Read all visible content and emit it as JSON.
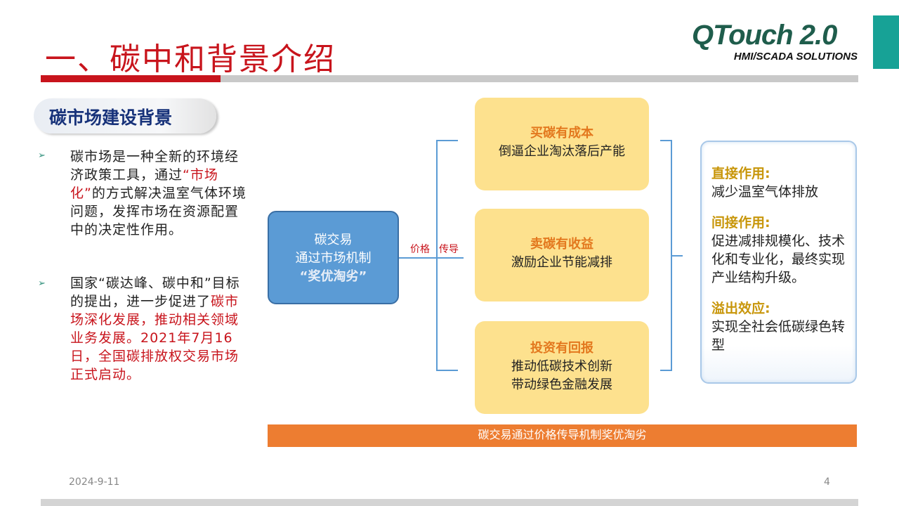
{
  "header": {
    "title": "一、碳中和背景介绍",
    "logo_main": "QTouch 2.0",
    "logo_sub": "HMI/SCADA SOLUTIONS"
  },
  "section": {
    "title": "碳市场建设背景"
  },
  "bullets": [
    {
      "part1": "碳市场是一种全新的环境经济政策工具，通过",
      "highlight": "“市场化”",
      "part2": "的方式解决温室气体环境问题，发挥市场在资源配置中的决定性作用。"
    },
    {
      "part1": "国家“碳达峰、碳中和”目标的提出，进一步促进了",
      "highlight": "碳市场深化发展，推动相关领域业务发展。2021年7月16日，全国碳排放权交易市场正式启动。"
    }
  ],
  "diagram": {
    "source": {
      "line1": "碳交易",
      "line2": "通过市场机制",
      "line3": "“奖优淘劣”"
    },
    "connector_label_1": "价格",
    "connector_label_2": "传导",
    "boxes": [
      {
        "title": "买碳有成本",
        "lines": [
          "倒逼企业淘汰落后产能"
        ]
      },
      {
        "title": "卖碳有收益",
        "lines": [
          "激励企业节能减排"
        ]
      },
      {
        "title": "投资有回报",
        "lines": [
          "推动低碳技术创新",
          "带动绿色金融发展"
        ]
      }
    ],
    "effects": [
      {
        "title": "直接作用:",
        "text": "减少温室气体排放"
      },
      {
        "title": "间接作用:",
        "text": "促进减排规模化、技术化和专业化，最终实现产业结构升级。"
      },
      {
        "title": "溢出效应:",
        "text": "实现全社会低碳绿色转型"
      }
    ],
    "summary": "碳交易通过价格传导机制奖优淘劣"
  },
  "footer": {
    "date": "2024-9-11",
    "page": "4"
  },
  "colors": {
    "accent_red": "#c8141c",
    "orange": "#ed7d31",
    "yellow_box": "#fde18e",
    "blue_box": "#5b9bd5",
    "teal": "#17a296"
  }
}
